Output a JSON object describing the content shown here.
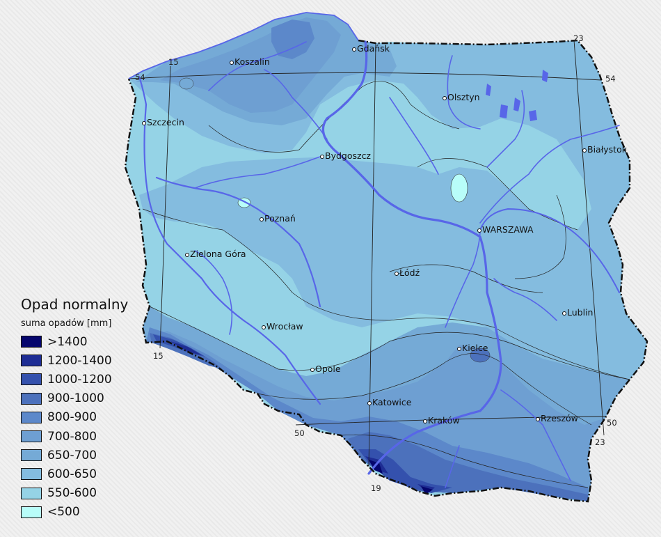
{
  "legend": {
    "title": "Opad normalny",
    "subtitle": "suma opadów [mm]",
    "items": [
      {
        "label": ">1400",
        "color": "#05066d"
      },
      {
        "label": "1200-1400",
        "color": "#1e2d94"
      },
      {
        "label": "1000-1200",
        "color": "#3451ad"
      },
      {
        "label": "900-1000",
        "color": "#4c71bc"
      },
      {
        "label": "800-900",
        "color": "#5c88ca"
      },
      {
        "label": "700-800",
        "color": "#6e9fd2"
      },
      {
        "label": "650-700",
        "color": "#75aad6"
      },
      {
        "label": "600-650",
        "color": "#84bcdf"
      },
      {
        "label": "550-600",
        "color": "#95d3e6"
      },
      {
        "label": "<500",
        "color": "#b8fdf9"
      }
    ]
  },
  "cities": [
    {
      "name": "Gdańsk"
    },
    {
      "name": "Koszalin"
    },
    {
      "name": "Olsztyn"
    },
    {
      "name": "Szczecin"
    },
    {
      "name": "Bydgoszcz"
    },
    {
      "name": "Białystok"
    },
    {
      "name": "Poznań"
    },
    {
      "name": "WARSZAWA"
    },
    {
      "name": "Zielona Góra"
    },
    {
      "name": "Łódź"
    },
    {
      "name": "Wrocław"
    },
    {
      "name": "Lublin"
    },
    {
      "name": "Kielce"
    },
    {
      "name": "Opole"
    },
    {
      "name": "Katowice"
    },
    {
      "name": "Kraków"
    },
    {
      "name": "Rzeszów"
    }
  ],
  "graticule": [
    "15",
    "23",
    "54",
    "54",
    "15",
    "50",
    "50",
    "23",
    "19"
  ],
  "colors": {
    "river": "#5866e8",
    "border": "#111111"
  }
}
